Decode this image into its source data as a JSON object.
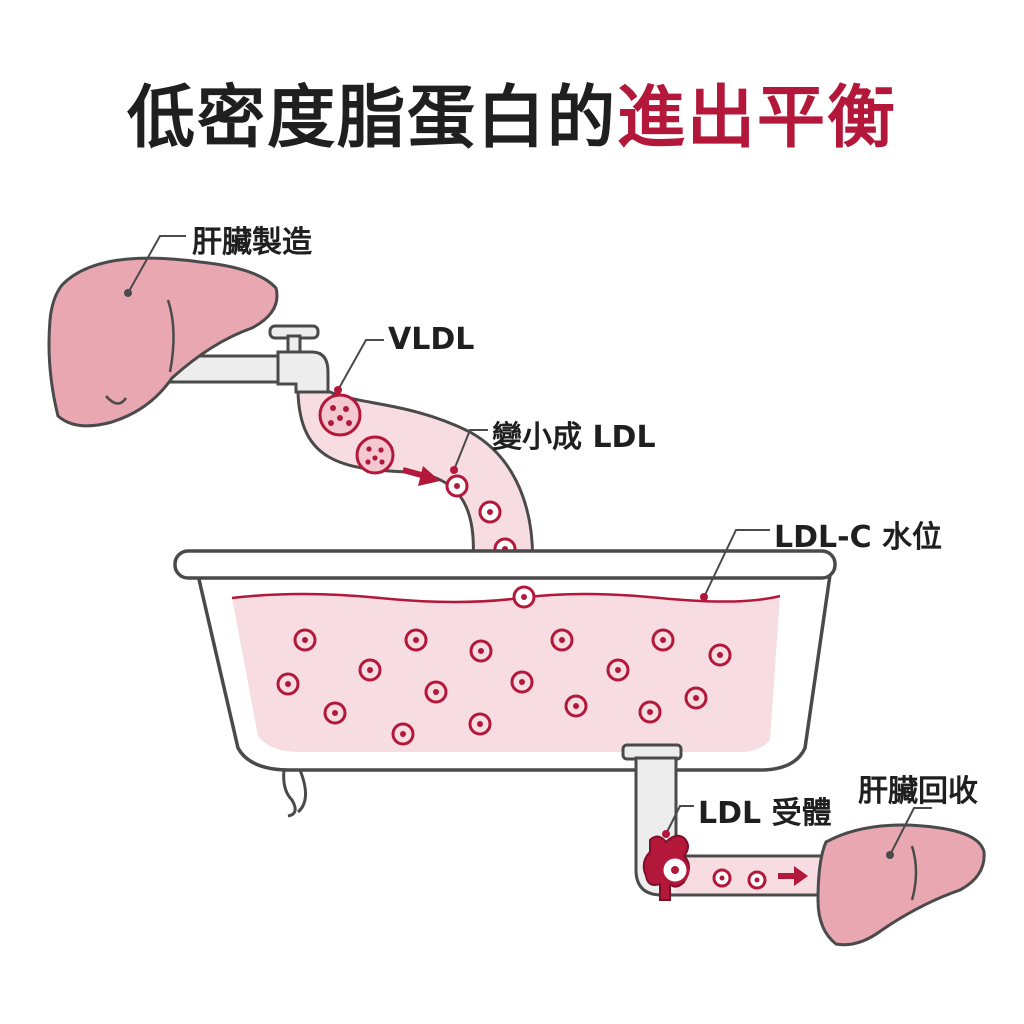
{
  "title": {
    "main": "低密度脂蛋白的",
    "accent": "進出平衡"
  },
  "labels": {
    "liver_production": "肝臟製造",
    "vldl": "VLDL",
    "shrink_to_ldl": "變小成 LDL",
    "ldl_c_level": "LDL-C 水位",
    "ldl_receptor": "LDL 受體",
    "liver_recovery": "肝臟回收"
  },
  "colors": {
    "accent": "#b3173a",
    "liver": "#e8a7b1",
    "water": "#f7dde2",
    "outline": "#4a4a4a"
  }
}
